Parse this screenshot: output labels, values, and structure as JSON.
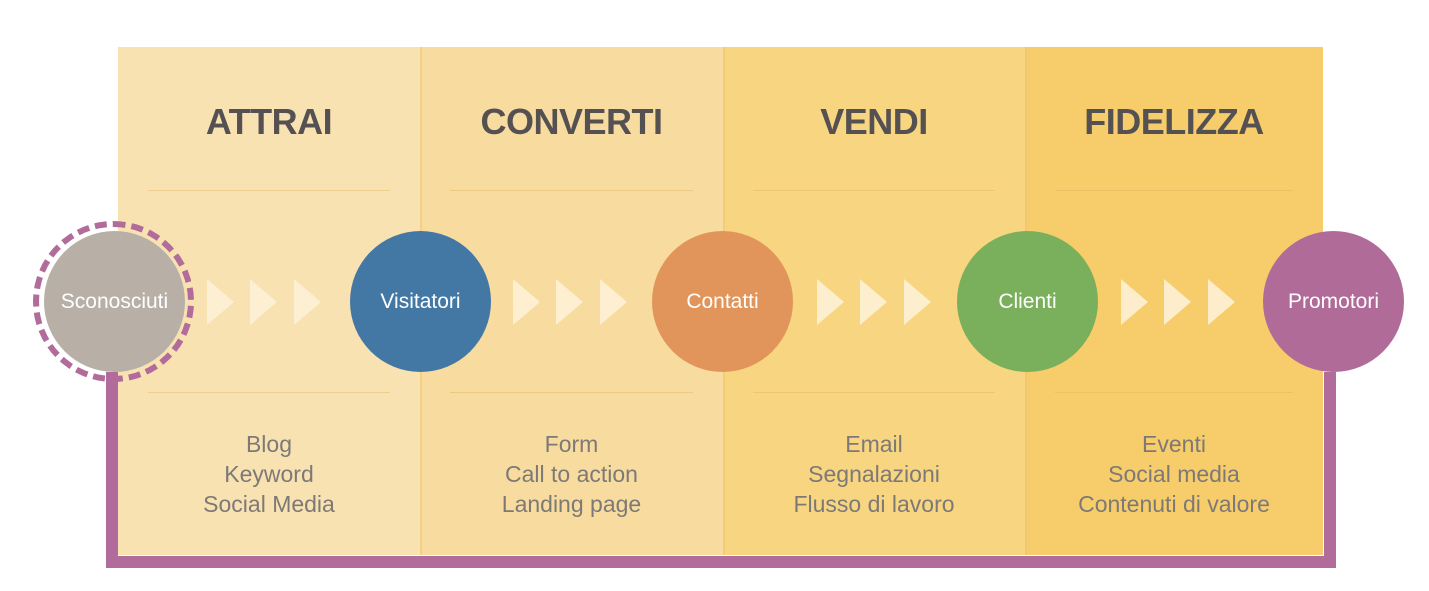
{
  "stages": [
    {
      "title": "ATTRAI",
      "tactics": [
        "Blog",
        "Keyword",
        "Social Media"
      ]
    },
    {
      "title": "CONVERTI",
      "tactics": [
        "Form",
        "Call to action",
        "Landing page"
      ]
    },
    {
      "title": "VENDI",
      "tactics": [
        "Email",
        "Segnalazioni",
        "Flusso di lavoro"
      ]
    },
    {
      "title": "FIDELIZZA",
      "tactics": [
        "Eventi",
        "Social media",
        "Contenuti di valore"
      ]
    }
  ],
  "nodes": [
    {
      "label": "Sconosciuti",
      "color": "#b8afa7"
    },
    {
      "label": "Visitatori",
      "color": "#4478a4"
    },
    {
      "label": "Contatti",
      "color": "#e2955a"
    },
    {
      "label": "Clienti",
      "color": "#7aaf5c"
    },
    {
      "label": "Promotori",
      "color": "#b06b99"
    }
  ],
  "colors": {
    "loop": "#b26c9b",
    "arrow": "#fdf0d4",
    "title_text": "#555152",
    "tactic_text": "#7d7976"
  }
}
